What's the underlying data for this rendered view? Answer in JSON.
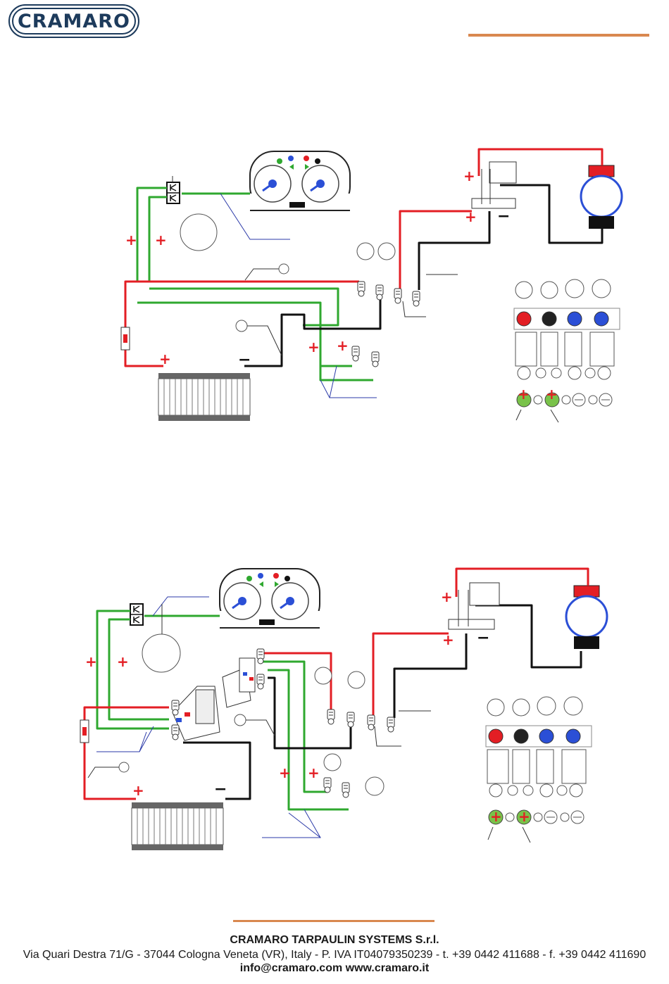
{
  "header": {
    "logo_text": "CRAMARO",
    "accent_color": "#d9884f",
    "brand_color": "#1d3b5c"
  },
  "diagrams": [
    {
      "title": "",
      "variant": "direct-wiring"
    },
    {
      "title": "",
      "variant": "with-control-unit"
    }
  ],
  "wire_colors": {
    "positive": "#e31e24",
    "negative": "#1a1a1a",
    "signal": "#2fa82f",
    "leader": "#2b3aa8"
  },
  "symbols": {
    "plus": "+",
    "minus": "−"
  },
  "footer": {
    "company": "CRAMARO TARPAULIN SYSTEMS S.r.l.",
    "address": "Via Quari Destra 71/G - 37044 Cologna Veneta (VR), Italy - P. IVA IT04079350239 - t. +39 0442 411688 - f. +39 0442 411690",
    "contact": "info@cramaro.com www.cramaro.it"
  }
}
